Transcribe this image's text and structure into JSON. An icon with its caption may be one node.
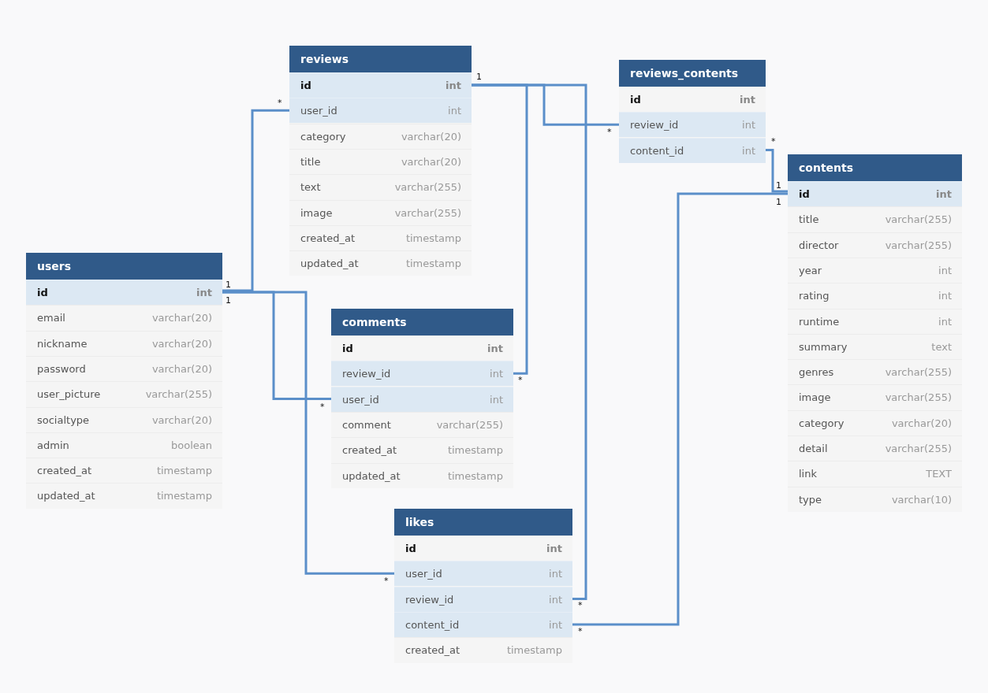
{
  "diagram": {
    "nodes": [
      {
        "text": [
          "reviews"
        ]
      },
      {
        "text": [
          "id",
          "int"
        ],
        "in": 0
      },
      {
        "text": [
          "user_id",
          "int"
        ],
        "in": 0
      },
      {
        "text": [
          "category",
          "varchar(20)"
        ],
        "in": 0
      },
      {
        "text": [
          "title",
          "varchar(20)"
        ],
        "in": 0
      },
      {
        "text": [
          "text",
          "varchar(255)"
        ],
        "in": 0
      },
      {
        "text": [
          "image",
          "varchar(255)"
        ],
        "in": 0
      },
      {
        "text": [
          "created_at",
          "timestamp"
        ],
        "in": 0
      },
      {
        "text": [
          "updated_at",
          "timestamp"
        ],
        "in": 0
      },
      {
        "text": [
          "reviews_contents"
        ]
      },
      {
        "text": [
          "id",
          "int"
        ],
        "in": 9
      },
      {
        "text": [
          "review_id",
          "int"
        ],
        "in": 9
      },
      {
        "text": [
          "content_id",
          "int"
        ],
        "in": 9
      },
      {
        "text": [
          "contents"
        ]
      },
      {
        "text": [
          "id",
          "int"
        ],
        "in": 13
      },
      {
        "text": [
          "title",
          "varchar(255)"
        ],
        "in": 13
      },
      {
        "text": [
          "director",
          "varchar(255)"
        ],
        "in": 13
      },
      {
        "text": [
          "year",
          "int"
        ],
        "in": 13
      },
      {
        "text": [
          "rating",
          "int"
        ],
        "in": 13
      },
      {
        "text": [
          "runtime",
          "int"
        ],
        "in": 13
      },
      {
        "text": [
          "summary",
          "text"
        ],
        "in": 13
      },
      {
        "text": [
          "genres",
          "varchar(255)"
        ],
        "in": 13
      },
      {
        "text": [
          "image",
          "varchar(255)"
        ],
        "in": 13
      },
      {
        "text": [
          "category",
          "varchar(20)"
        ],
        "in": 13
      },
      {
        "text": [
          "detail",
          "varchar(255)"
        ],
        "in": 13
      },
      {
        "text": [
          "link",
          "TEXT"
        ],
        "in": 13
      },
      {
        "text": [
          "type",
          "varchar(10)"
        ],
        "in": 13
      },
      {
        "text": [
          "users"
        ]
      },
      {
        "text": [
          "id",
          "int"
        ],
        "in": 27
      },
      {
        "text": [
          "email",
          "varchar(20)"
        ],
        "in": 27
      },
      {
        "text": [
          "nickname",
          "varchar(20)"
        ],
        "in": 27
      },
      {
        "text": [
          "password",
          "varchar(20)"
        ],
        "in": 27
      },
      {
        "text": [
          "user_picture",
          "varchar(255)"
        ],
        "in": 27
      },
      {
        "text": [
          "socialtype",
          "varchar(20)"
        ],
        "in": 27
      },
      {
        "text": [
          "admin",
          "boolean"
        ],
        "in": 27
      },
      {
        "text": [
          "created_at",
          "timestamp"
        ],
        "in": 27
      },
      {
        "text": [
          "updated_at",
          "timestamp"
        ],
        "in": 27
      },
      {
        "text": [
          "comments"
        ]
      },
      {
        "text": [
          "id",
          "int"
        ],
        "in": 37
      },
      {
        "text": [
          "review_id",
          "int"
        ],
        "in": 37
      },
      {
        "text": [
          "user_id",
          "int"
        ],
        "in": 37
      },
      {
        "text": [
          "comment",
          "varchar(255)"
        ],
        "in": 37
      },
      {
        "text": [
          "created_at",
          "timestamp"
        ],
        "in": 37
      },
      {
        "text": [
          "updated_at",
          "timestamp"
        ],
        "in": 37
      },
      {
        "text": [
          "likes"
        ]
      },
      {
        "text": [
          "id",
          "int"
        ],
        "in": 44
      },
      {
        "text": [
          "user_id",
          "int"
        ],
        "in": 44
      },
      {
        "text": [
          "review_id",
          "int"
        ],
        "in": 44
      },
      {
        "text": [
          "content_id",
          "int"
        ],
        "in": 44
      },
      {
        "text": [
          "created_at",
          "timestamp"
        ],
        "in": 44
      }
    ],
    "edges": [
      {
        "from": 28,
        "to": 2,
        "arrow": "none"
      },
      {
        "from": 28,
        "to": 40,
        "arrow": "none"
      },
      {
        "from": 28,
        "to": 46,
        "arrow": "none"
      },
      {
        "from": 1,
        "to": 39,
        "arrow": "none"
      },
      {
        "from": 1,
        "to": 11,
        "arrow": "none"
      },
      {
        "from": 1,
        "to": 47,
        "arrow": "none"
      },
      {
        "from": 14,
        "to": 12,
        "arrow": "none"
      },
      {
        "from": 14,
        "to": 48,
        "arrow": "none"
      }
    ],
    "labels": [
      "1",
      "*",
      "*",
      "*",
      "1",
      "1",
      "1",
      "1",
      "*",
      "*",
      "*",
      "*",
      "*"
    ]
  }
}
